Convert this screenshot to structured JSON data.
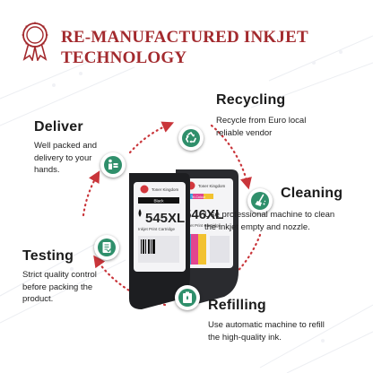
{
  "headline": {
    "line1": "RE-MANUFACTURED INKJET",
    "line2": "TECHNOLOGY"
  },
  "features": {
    "recycling": {
      "title": "Recycling",
      "desc": "Recycle from Euro local reliable vendor",
      "icon": "recycle-icon"
    },
    "deliver": {
      "title": "Deliver",
      "desc": "Well packed and delivery to your hands.",
      "icon": "delivery-person-icon"
    },
    "cleaning": {
      "title": "Cleaning",
      "desc": "Use professional machine to clean the inkjet empty and nozzle.",
      "icon": "cleaning-broom-icon"
    },
    "testing": {
      "title": "Testing",
      "desc": "Strict quality control before packing the product.",
      "icon": "checklist-icon"
    },
    "refilling": {
      "title": "Refilling",
      "desc": "Use automatic machine to refill the high-quality ink.",
      "icon": "refill-ink-icon"
    }
  },
  "product": {
    "black_model": "545XL",
    "black_label": "Black",
    "color_model": "546XL",
    "black_sub": "Inkjet Print Cartridge",
    "color_sub": "Inkjet Print Cartridge",
    "brand": "Toner Kingdom",
    "color_label": "Tri-Colour"
  },
  "colors": {
    "accent": "#a32a2e",
    "badge_green": "#2f8f6b",
    "arrow_red": "#c9353a",
    "text_dark": "#1b1b1b"
  }
}
